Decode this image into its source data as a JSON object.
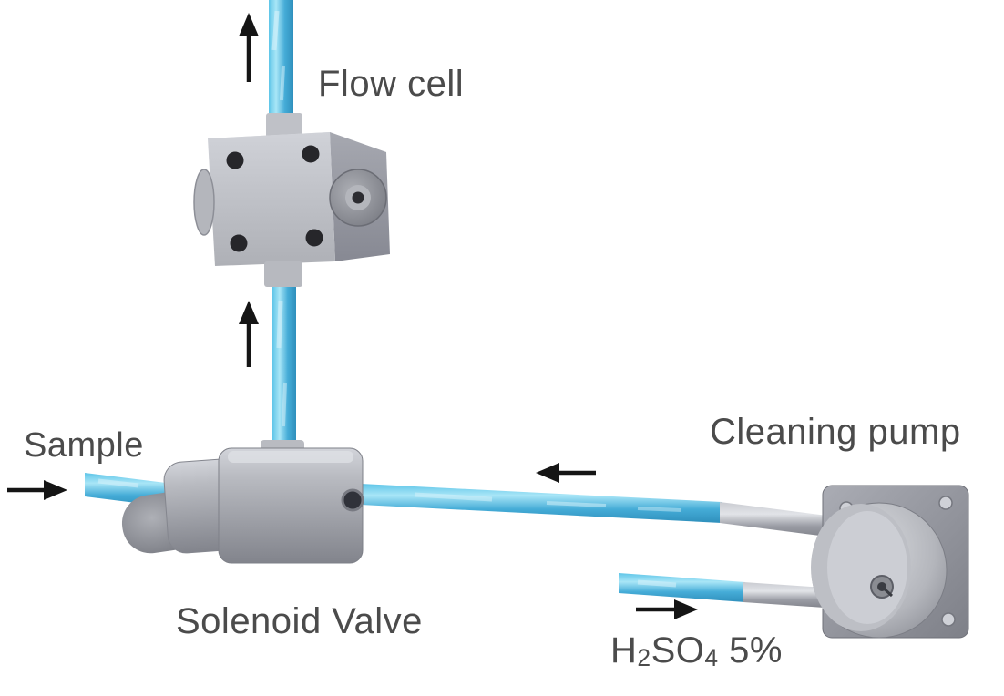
{
  "diagram": {
    "labels": {
      "flow_cell": "Flow cell",
      "sample": "Sample",
      "cleaning_pump": "Cleaning pump",
      "solenoid_valve": "Solenoid Valve",
      "h2so4": {
        "h": "H",
        "sub_2": "2",
        "so": "SO",
        "sub_4": "4",
        "concentration": " 5%"
      }
    },
    "arrows": [
      {
        "name": "flow-cell-outlet-arrow",
        "direction": "up"
      },
      {
        "name": "valve-to-flow-cell-arrow",
        "direction": "up"
      },
      {
        "name": "sample-inlet-arrow",
        "direction": "right"
      },
      {
        "name": "pump-to-valve-arrow",
        "direction": "left"
      },
      {
        "name": "h2so4-inlet-arrow",
        "direction": "right"
      }
    ],
    "colors": {
      "fluid_blue": "#4ab3dc",
      "metal_light": "#cdcfd5",
      "metal_dark": "#84868e",
      "label_text": "#4b4b4b",
      "arrow_black": "#151515",
      "background": "#ffffff"
    }
  }
}
